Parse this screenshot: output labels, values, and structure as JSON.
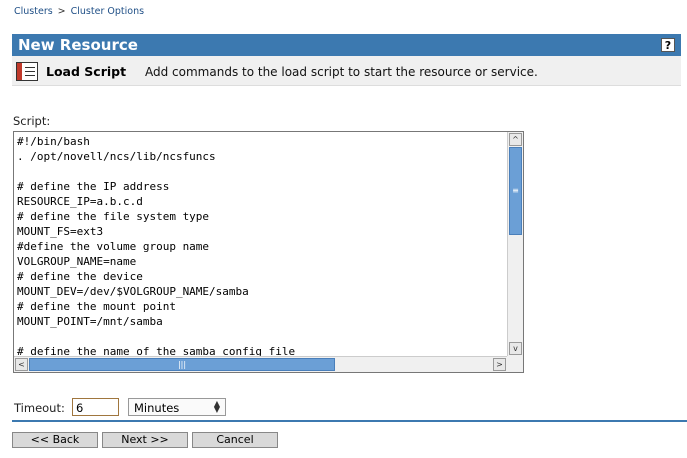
{
  "breadcrumb": {
    "items": [
      "Clusters",
      "Cluster Options"
    ],
    "separator": ">"
  },
  "header": {
    "title": "New Resource",
    "help_label": "?"
  },
  "subheader": {
    "title": "Load Script",
    "description": "Add commands to the load script to start the resource or service."
  },
  "script": {
    "label": "Script:",
    "lines": [
      "#!/bin/bash",
      ". /opt/novell/ncs/lib/ncsfuncs",
      "",
      "# define the IP address",
      "RESOURCE_IP=a.b.c.d",
      "# define the file system type",
      "MOUNT_FS=ext3",
      "#define the volume group name",
      "VOLGROUP_NAME=name",
      "# define the device",
      "MOUNT_DEV=/dev/$VOLGROUP_NAME/samba",
      "# define the mount point",
      "MOUNT_POINT=/mnt/samba",
      "",
      "# define the name of the samba config file"
    ]
  },
  "timeout": {
    "label": "Timeout:",
    "value": "6",
    "unit": "Minutes"
  },
  "buttons": {
    "back": "<< Back",
    "next": "Next >>",
    "cancel": "Cancel"
  },
  "colors": {
    "accent": "#3c79b0",
    "scroll_thumb": "#6b9fd6"
  }
}
